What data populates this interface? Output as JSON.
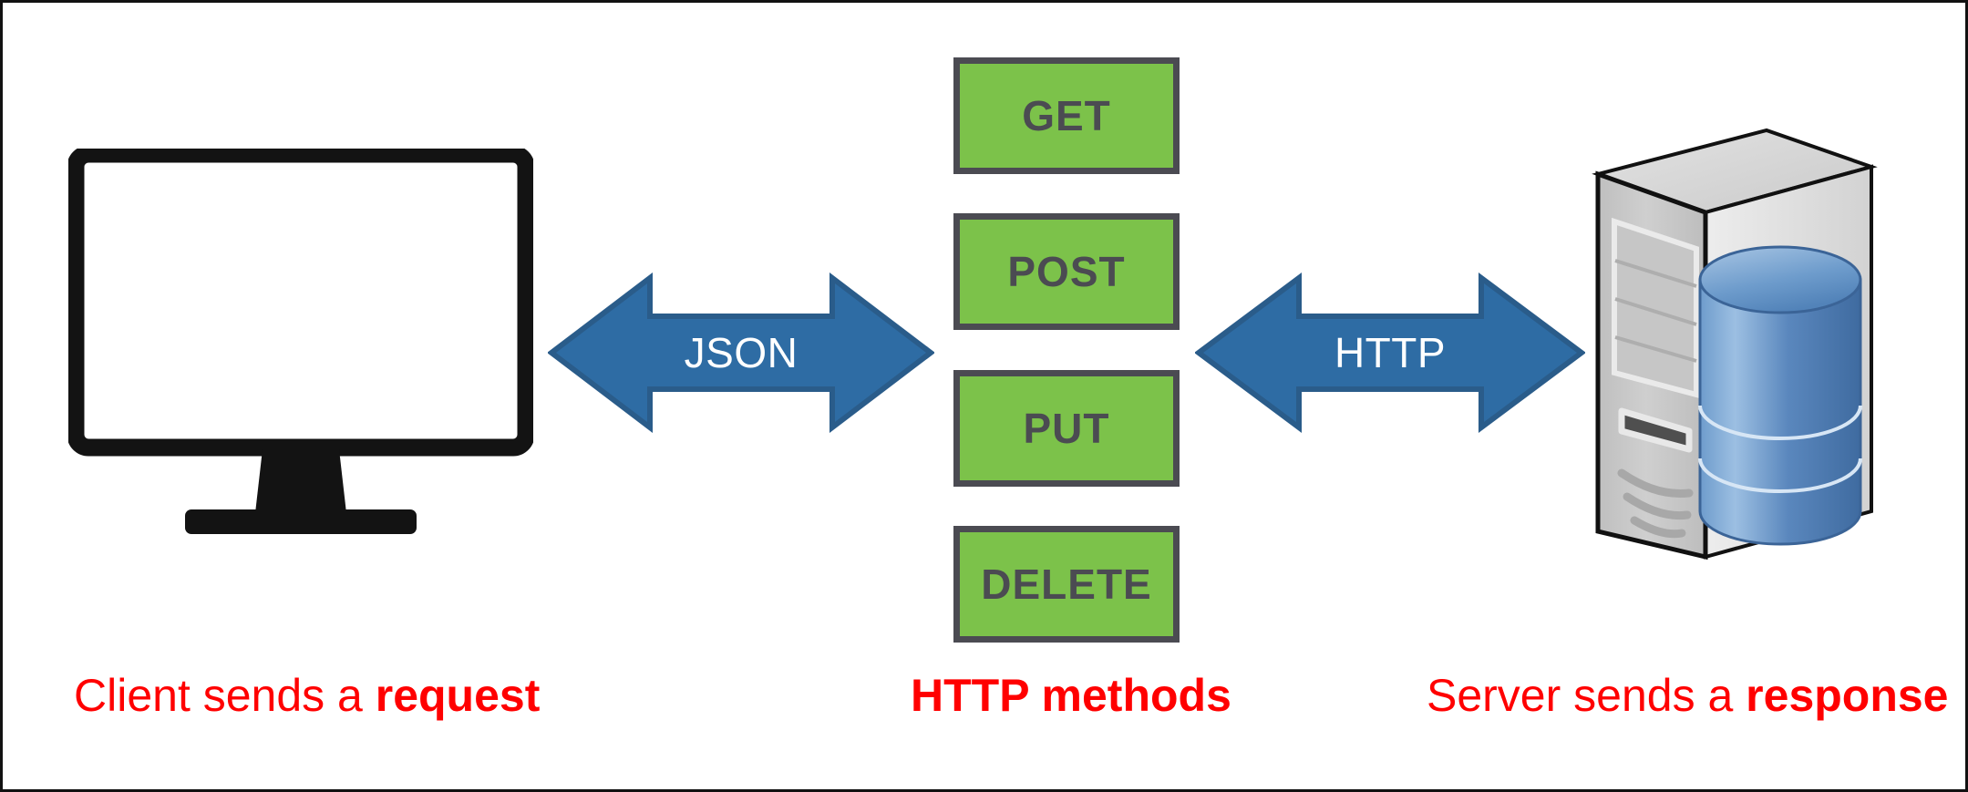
{
  "diagram": {
    "title": "REST API client / HTTP methods / server diagram",
    "background_color": "#FFFFFF",
    "border_color": "#111111"
  },
  "client": {
    "icon": "desktop-monitor-icon",
    "caption_prefix": "Client sends a ",
    "caption_emphasis": "request",
    "caption_full": "Client sends a request",
    "caption_color": "#FF0000"
  },
  "connectors": [
    {
      "id": "json-arrow",
      "label": "JSON",
      "direction": "bidirectional",
      "fill_color": "#2E6CA4",
      "stroke_color": "#2A5C8A",
      "label_color": "#FFFFFF"
    },
    {
      "id": "http-arrow",
      "label": "HTTP",
      "direction": "bidirectional",
      "fill_color": "#2E6CA4",
      "stroke_color": "#2A5C8A",
      "label_color": "#FFFFFF"
    }
  ],
  "methods": {
    "caption_full": "HTTP methods",
    "caption_color": "#FF0000",
    "box_fill": "#7CC24A",
    "box_border": "#4B4B52",
    "box_text_color": "#4B4B52",
    "items": [
      {
        "label": "GET"
      },
      {
        "label": "POST"
      },
      {
        "label": "PUT"
      },
      {
        "label": "DELETE"
      }
    ]
  },
  "server": {
    "icon": "server-tower-icon",
    "database_icon": "database-cylinder-icon",
    "database_tiers": 3,
    "tower_color": "#C9C9C9",
    "database_color": "#4E80BC",
    "caption_prefix": "Server sends a ",
    "caption_emphasis": "response",
    "caption_full": "Server sends a response",
    "caption_color": "#FF0000"
  }
}
